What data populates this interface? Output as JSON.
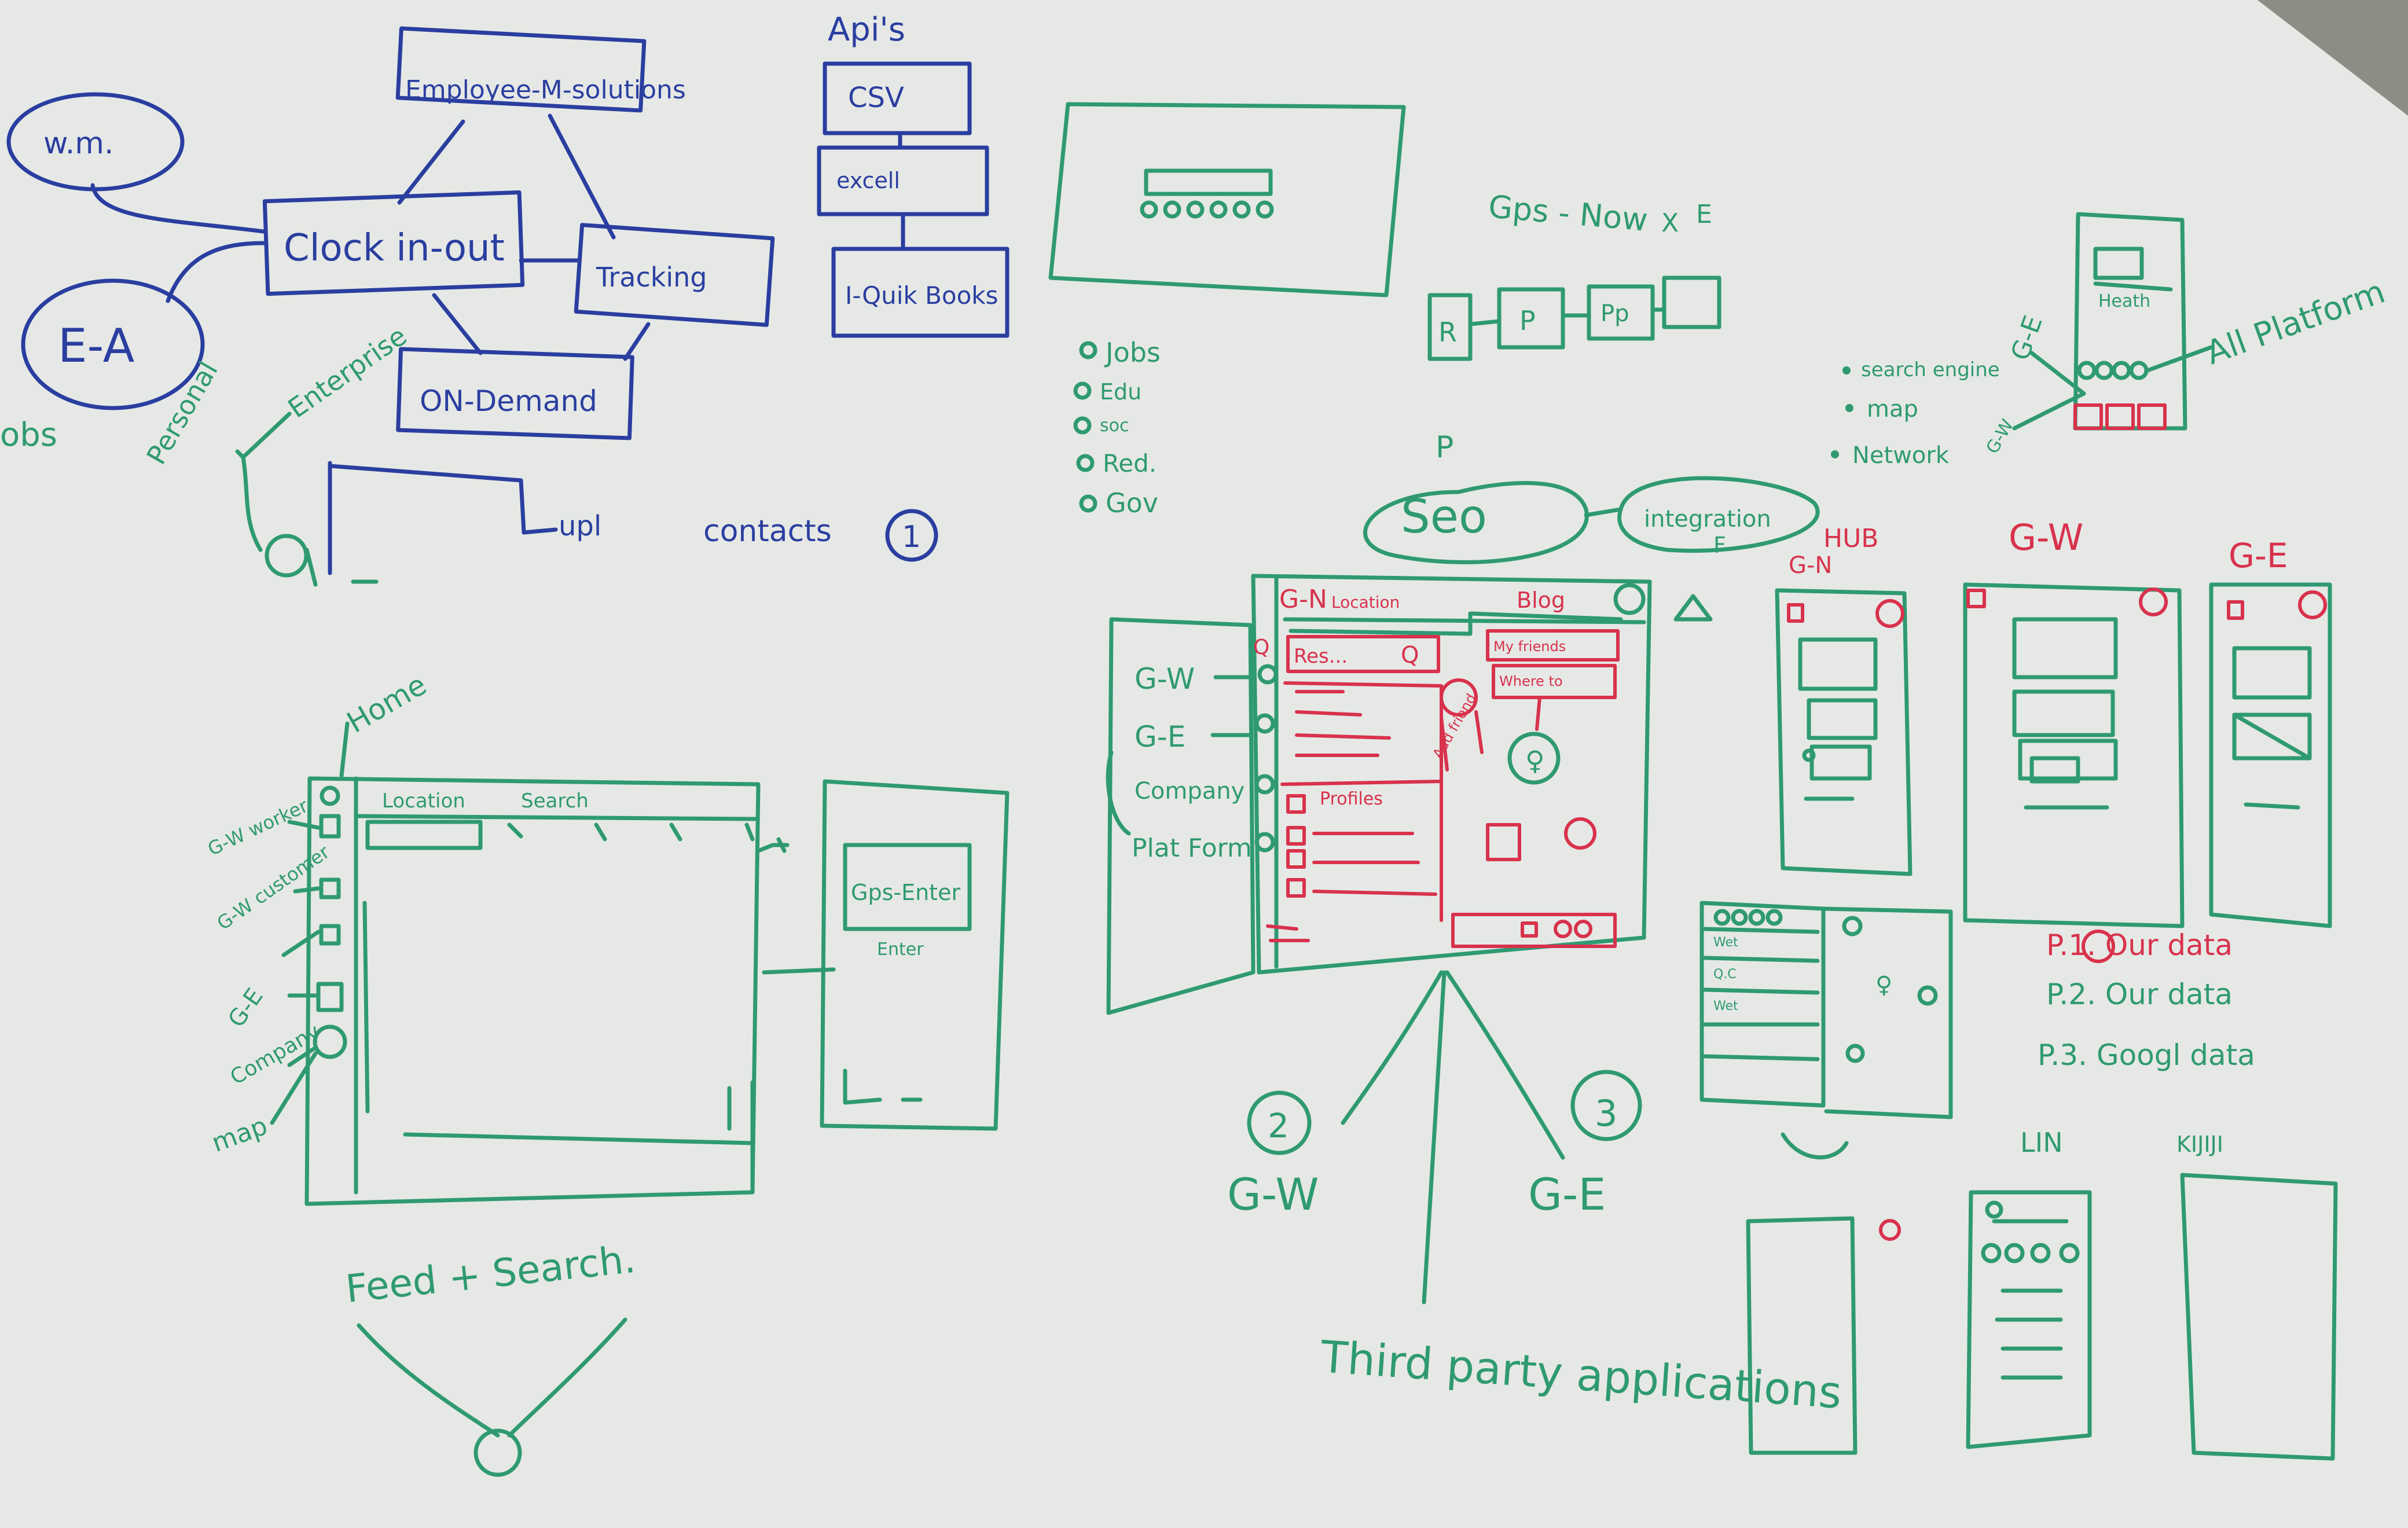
{
  "colors": {
    "board": "#e6e8e6",
    "blue_marker": "#2a3ea0",
    "green_marker": "#2f9a72",
    "red_marker": "#d8324c"
  },
  "blue_map": {
    "employee": "Employee-M-solutions",
    "clock": "Clock in-out",
    "tracking": "Tracking",
    "ondemand": "ON-Demand",
    "wm": "w.m.",
    "ea": "E-A",
    "personal": "Personal",
    "enterprise": "Enterprise",
    "jobs_frag": "obs",
    "upl": "upl",
    "contacts": "contacts",
    "num1": "1"
  },
  "apis": {
    "title": "Api's",
    "csv": "CSV",
    "excel": "excell",
    "iqb": "I-Quik Books"
  },
  "list": {
    "jobs": "Jobs",
    "edu": "Edu",
    "soc": "soc",
    "red": "Red.",
    "gov": "Gov"
  },
  "gps": {
    "label": "Gps - Now",
    "strike": "X",
    "e": "E",
    "boxes": [
      "R",
      "P",
      "Pp",
      ""
    ]
  },
  "phone": {
    "header": "Heath",
    "bullets": [
      "search engine",
      "map",
      "Network"
    ],
    "ge": "G-E",
    "gw": "G-W",
    "all": "All Platform"
  },
  "seo": {
    "p": "P",
    "seo": "Seo",
    "integration": "integration",
    "f": "F",
    "hub": "HUB",
    "gn_small": "G-N"
  },
  "mock": {
    "gn": "G-N",
    "location": "Location",
    "blog": "Blog",
    "search": "Res...",
    "left_labels": [
      "G-W",
      "G-E",
      "Company",
      "Plat Form"
    ],
    "profiles": "Profiles",
    "add_friend": "Add friend",
    "my_friends": "My friends",
    "where": "Where to"
  },
  "bottom_center": {
    "n2": "2",
    "gw": "G-W",
    "n3": "3",
    "ge": "G-E",
    "third": "Third party applications"
  },
  "cols": {
    "gw": "G-W",
    "ge": "G-E"
  },
  "notes": {
    "p1": "P.1. Our data",
    "p2": "P.2. Our data",
    "p3": "P.3. Googl data"
  },
  "small": {
    "lin": "LIN",
    "kijiji": "KIJIJI",
    "rows": [
      "Wet",
      "Q.C",
      "Wet"
    ]
  },
  "home": {
    "home": "Home",
    "location": "Location",
    "search": "Search",
    "side": [
      "G-W worker",
      "G-W customer",
      "G-E",
      "Company",
      "map"
    ],
    "gps_enter": "Gps-Enter",
    "enter": "Enter"
  },
  "feed": "Feed + Search."
}
